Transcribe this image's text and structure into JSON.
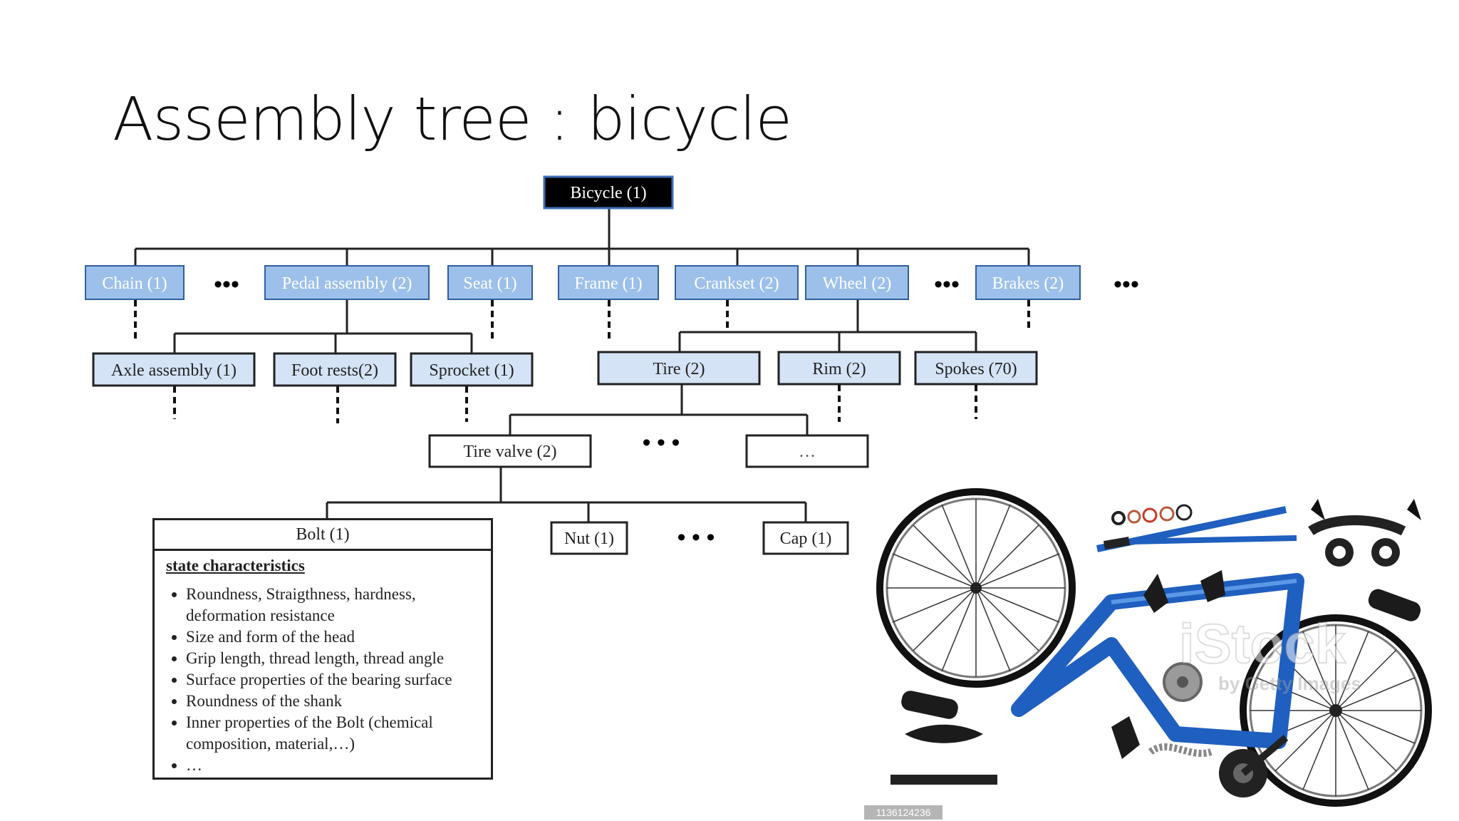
{
  "slide": {
    "title": "Assembly tree : bicycle"
  },
  "tree": {
    "root": "Bicycle (1)",
    "level1": [
      "Chain (1)",
      "Pedal assembly (2)",
      "Seat (1)",
      "Frame (1)",
      "Crankset (2)",
      "Wheel (2)",
      "Brakes (2)"
    ],
    "pedal_children": [
      "Axle assembly (1)",
      "Foot rests(2)",
      "Sprocket (1)"
    ],
    "wheel_children": [
      "Tire (2)",
      "Rim (2)",
      "Spokes (70)"
    ],
    "tire_children": [
      "Tire valve (2)",
      "…"
    ],
    "valve_children": [
      "Bolt (1)",
      "Nut (1)",
      "Cap (1)"
    ],
    "ellipsis_bold": "•••",
    "ellipsis_spaced": "• • •"
  },
  "bolt_panel": {
    "title": "Bolt (1)",
    "subtitle": "state characteristics",
    "items": [
      "Roundness, Straigthness, hardness, deformation resistance",
      "Size and form of the head",
      "Grip length, thread length, thread angle",
      "Surface properties of the bearing surface",
      "Roundness of the shank",
      "Inner properties of the Bolt (chemical composition, material,…)",
      "…"
    ]
  },
  "photo": {
    "watermark": "iStock",
    "watermark_sub": "by Getty Images",
    "stock_id": "1136124236",
    "frame_color": "#1f5fbf"
  },
  "colors": {
    "box_blue": "#9cc0ea",
    "box_light": "#d4e3f6",
    "root": "#000000"
  }
}
